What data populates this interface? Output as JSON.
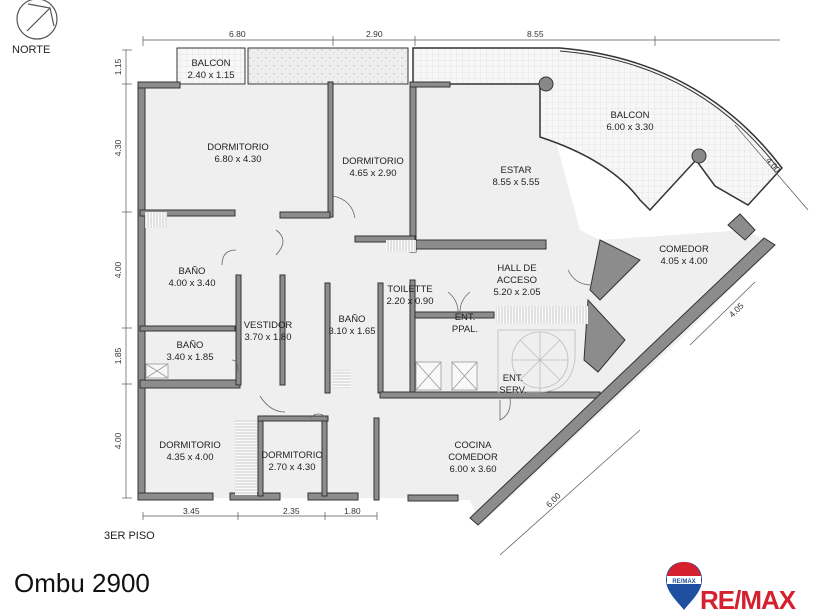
{
  "compass": {
    "label": "NORTE",
    "icon": "north-arrow-icon"
  },
  "floor_label": "3ER PISO",
  "title": "Ombu 2900",
  "brand": {
    "name": "RE/MAX",
    "balloon_text": "RE/MAX",
    "colors": {
      "red": "#d4202f",
      "blue": "#1f4fa0"
    }
  },
  "colors": {
    "wall": "#8c8c8c",
    "wall_outline": "#333333",
    "floor": "#f0f0f0",
    "balcony_grid": "#dcdcdc",
    "planter": "#e6e6e6"
  },
  "dimensions": {
    "top": [
      "6.80",
      "2.90",
      "8.55"
    ],
    "left": [
      "1.15",
      "4.30",
      "4.00",
      "1.85",
      "4.00"
    ],
    "bottom": [
      "3.45",
      "2.35",
      "1.80"
    ],
    "diagonal": [
      "4.00",
      "4.05",
      "6.00"
    ]
  },
  "rooms": [
    {
      "name": "BALCON",
      "size": "2.40 x 1.15"
    },
    {
      "name": "DORMITORIO",
      "size": "6.80 x 4.30"
    },
    {
      "name": "DORMITORIO",
      "size": "4.65 x 2.90"
    },
    {
      "name": "ESTAR",
      "size": "8.55 x 5.55"
    },
    {
      "name": "BALCON",
      "size": "6.00 x 3.30"
    },
    {
      "name": "COMEDOR",
      "size": "4.05 x 4.00"
    },
    {
      "name": "HALL DE",
      "name2": "ACCESO",
      "size": "5.20 x 2.05"
    },
    {
      "name": "TOILETTE",
      "size": "2.20 x 0.90"
    },
    {
      "name": "ENT.",
      "name2": "PPAL."
    },
    {
      "name": "BAÑO",
      "size": "4.00 x 3.40"
    },
    {
      "name": "VESTIDOR",
      "size": "3.70 x 1.80"
    },
    {
      "name": "BAÑO",
      "size": "3.10 x 1.65"
    },
    {
      "name": "BAÑO",
      "size": "3.40 x 1.85"
    },
    {
      "name": "ENT.",
      "name2": "SERV."
    },
    {
      "name": "DORMITORIO",
      "size": "4.35 x 4.00"
    },
    {
      "name": "DORMITORIO",
      "size": "2.70 x 4.30"
    },
    {
      "name": "COCINA",
      "name2": "COMEDOR",
      "size": "6.00 x 3.60"
    }
  ]
}
